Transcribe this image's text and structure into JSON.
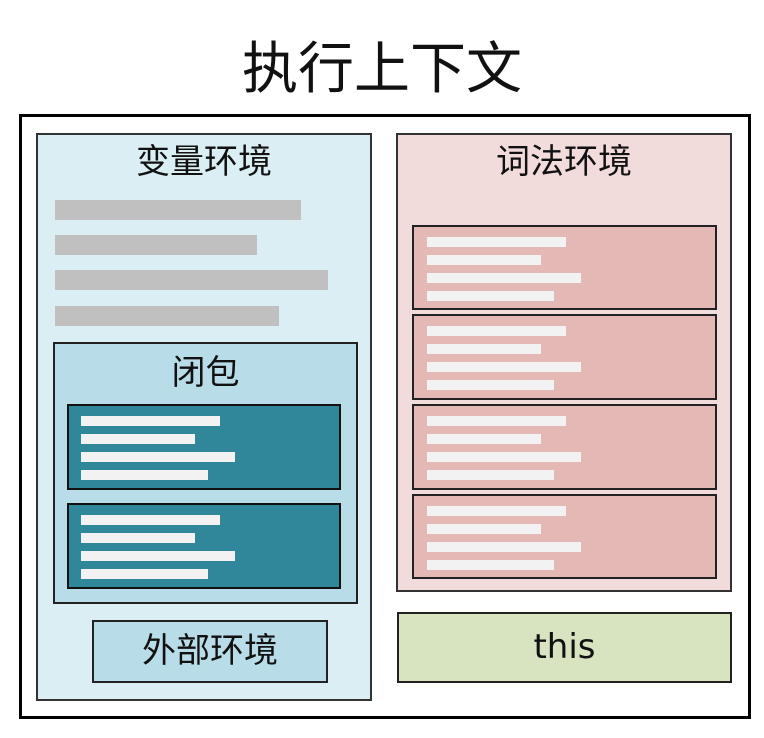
{
  "title": "执行上下文",
  "variable_environment": {
    "label": "变量环境"
  },
  "closure": {
    "label": "闭包"
  },
  "outer_environment": {
    "label": "外部环境"
  },
  "lexical_environment": {
    "label": "词法环境"
  },
  "this_box": {
    "label": "this"
  },
  "colors": {
    "variable_env_fill": "#daeef4",
    "closure_fill": "#b9dde8",
    "closure_entry_fill": "#31879a",
    "lexical_env_fill": "#f1dcdb",
    "lexical_entry_fill": "#e4b8b4",
    "this_fill": "#d8e4c0",
    "placeholder_gray": "#c0c0c0"
  }
}
